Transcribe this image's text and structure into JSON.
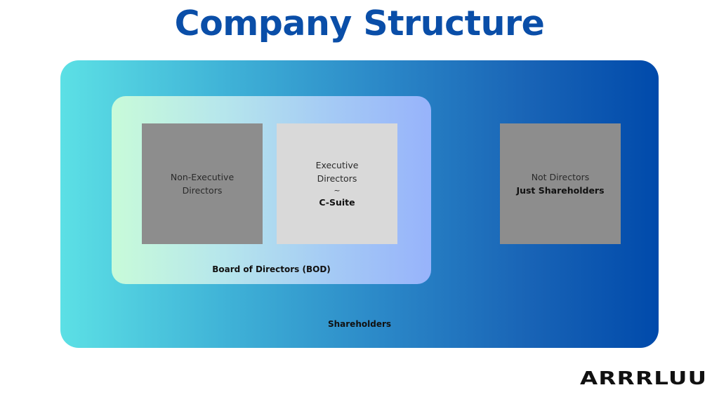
{
  "title": "Company Structure",
  "shareholders": {
    "label": "Shareholders",
    "board": {
      "label": "Board of Directors (BOD)",
      "non_executive": {
        "line1": "Non-Executive",
        "line2": "Directors"
      },
      "executive": {
        "line1": "Executive",
        "line2": "Directors",
        "separator": "~",
        "line3": "C-Suite"
      }
    },
    "not_directors": {
      "line1": "Not Directors",
      "line2": "Just Shareholders"
    }
  },
  "brand": {
    "logo_text": "ARRRLUU"
  },
  "colors": {
    "title": "#0a4ea8",
    "outer_gradient_start": "#5ce0e5",
    "outer_gradient_end": "#004aab",
    "board_gradient_start": "#c8fbd9",
    "board_gradient_end": "#97b3fb",
    "dark_box": "#8d8d8d",
    "light_box": "#d9d9d9"
  }
}
